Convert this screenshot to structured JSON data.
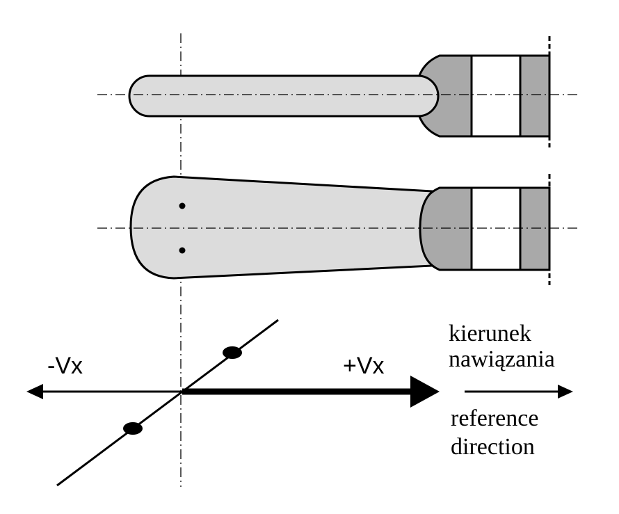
{
  "labels": {
    "neg_vx": "-Vx",
    "pos_vx": "+Vx",
    "kierunek_line1": "kierunek",
    "kierunek_line2": "nawiązania",
    "reference_line1": "reference",
    "reference_line2": "direction"
  },
  "colors": {
    "stem_fill": "#dcdcdc",
    "base_fill": "#a9a9a9",
    "stroke": "#000000",
    "background": "#ffffff"
  }
}
